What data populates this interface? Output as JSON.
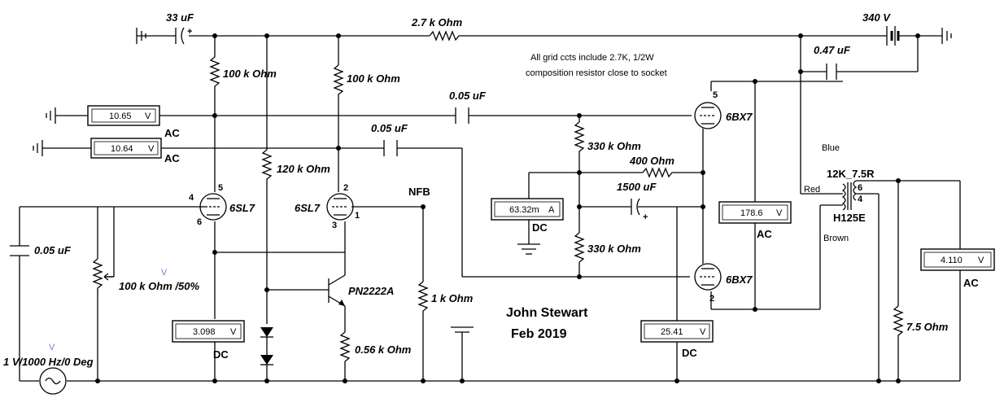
{
  "labels": {
    "cap_33uf": "33 uF",
    "res_2k7": "2.7 k Ohm",
    "supply_340v": "340 V",
    "cap_047uf": "0.47 uF",
    "res_100k_a": "100 k Ohm",
    "res_100k_b": "100 k Ohm",
    "note_line1": "All grid ccts include 2.7K, 1/2W",
    "note_line2": "composition resistor close to socket",
    "cap_005uf_a": "0.05 uF",
    "cap_005uf_b": "0.05 uF",
    "tube_6bx7_top": "6BX7",
    "tube_6bx7_bot": "6BX7",
    "res_330k_top": "330 k Ohm",
    "res_330k_bot": "330 k Ohm",
    "res_400": "400  Ohm",
    "cap_1500uf": "1500 uF",
    "res_120k": "120 k Ohm",
    "tube_6sl7_a": "6SL7",
    "tube_6sl7_b": "6SL7",
    "nfb": "NFB",
    "cap_005uf_in": "0.05 uF",
    "pot": "100 k Ohm /50%",
    "transistor": "PN2222A",
    "res_1k": "1 k Ohm",
    "res_056k": "0.56 k Ohm",
    "source": "1 V/1000 Hz/0 Deg",
    "author": "John Stewart",
    "date": "Feb 2019",
    "xfmr_ratio": "12K_7.5R",
    "xfmr_name": "H125E",
    "xfmr_pin6": "6",
    "xfmr_pin4": "4",
    "wire_blue": "Blue",
    "wire_red": "Red",
    "wire_brown": "Brown",
    "res_75": "7.5  Ohm",
    "pin_5a": "5",
    "pin_4a": "4",
    "pin_6a": "6",
    "pin_2b": "2",
    "pin_3b": "3",
    "pin_1b": "1",
    "pin_5c": "5",
    "pin_2c": "2",
    "v_mark": "V"
  },
  "meters": {
    "m1": {
      "value": "10.65",
      "unit": "V",
      "mode": "AC"
    },
    "m2": {
      "value": "10.64",
      "unit": "V",
      "mode": "AC"
    },
    "m3": {
      "value": "63.32m",
      "unit": "A",
      "mode": "DC"
    },
    "m4": {
      "value": "178.6",
      "unit": "V",
      "mode": "AC"
    },
    "m5": {
      "value": "3.098",
      "unit": "V",
      "mode": "DC"
    },
    "m6": {
      "value": "25.41",
      "unit": "V",
      "mode": "DC"
    },
    "m7": {
      "value": "4.110",
      "unit": "V",
      "mode": "AC"
    }
  }
}
